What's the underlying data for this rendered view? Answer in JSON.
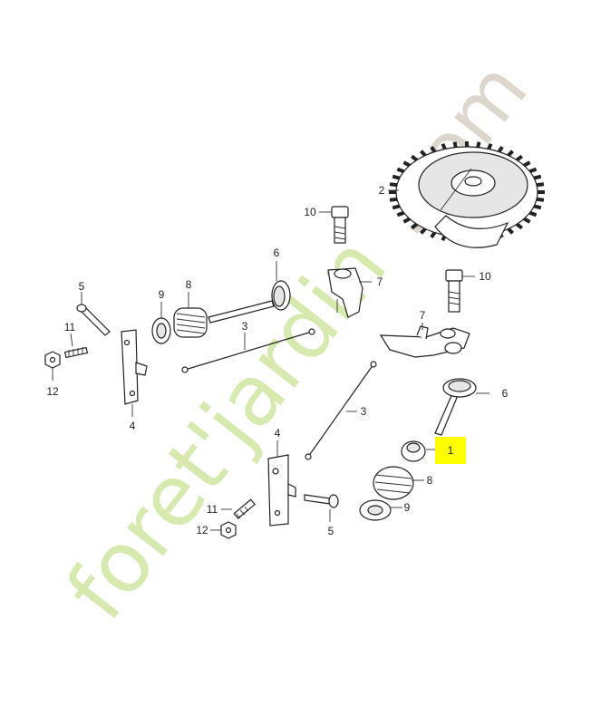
{
  "diagram": {
    "callouts": {
      "c1": "1",
      "c2": "2",
      "c3a": "3",
      "c3b": "3",
      "c4a": "4",
      "c4b": "4",
      "c5a": "5",
      "c5b": "5",
      "c6a": "6",
      "c6b": "6",
      "c7a": "7",
      "c7b": "7",
      "c8a": "8",
      "c8b": "8",
      "c9a": "9",
      "c9b": "9",
      "c10a": "10",
      "c10b": "10",
      "c11a": "11",
      "c11b": "11",
      "c12a": "12",
      "c12b": "12"
    },
    "highlight_color": "#ffff00"
  },
  "watermark": {
    "green_part": "foret'jardin",
    "grey_part": ".com",
    "green_color": "#cfe6a0",
    "grey_color": "#d8cfc4"
  }
}
